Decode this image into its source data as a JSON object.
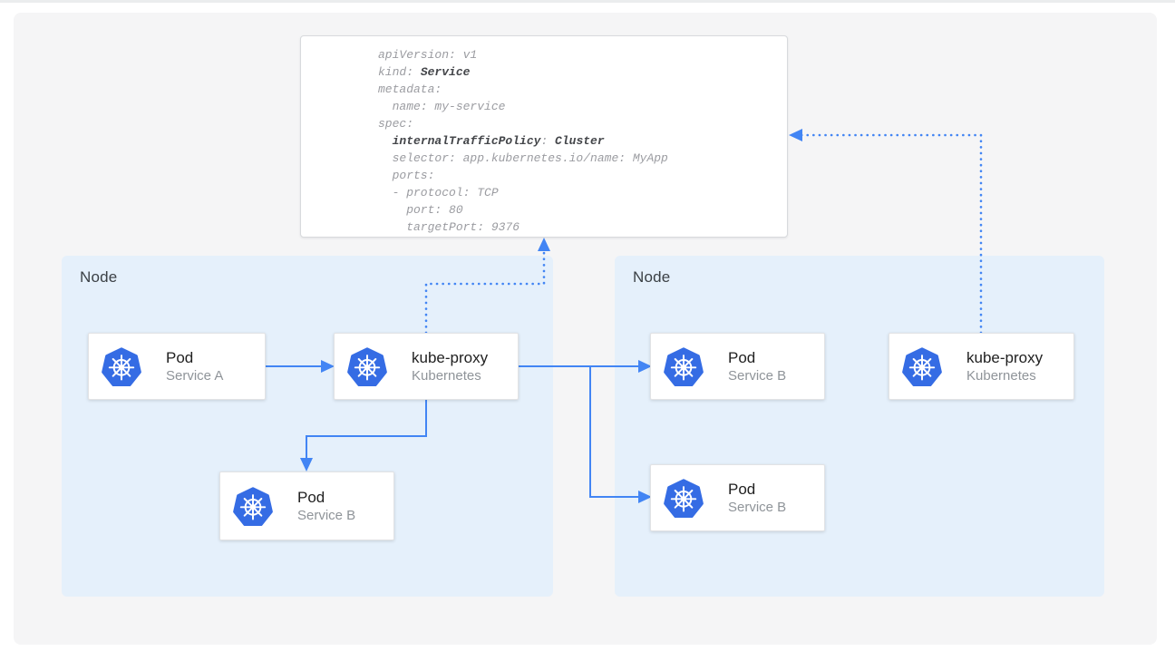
{
  "colors": {
    "arrow_blue": "#4285f4",
    "icon_blue": "#356ce4",
    "node_fill": "#e5f0fb",
    "panel_fill": "#f5f5f6",
    "card_border": "#e2e3e5",
    "yaml_border": "#d8dadd",
    "yaml_text": "#9b9ca1",
    "yaml_bold": "#434549",
    "title_text": "#212121",
    "subtitle_text": "#8f9499",
    "node_label": "#3b4045"
  },
  "yaml_panel": {
    "lines": [
      [
        {
          "t": "apiVersion: v1"
        }
      ],
      [
        {
          "t": "kind: "
        },
        {
          "t": "Service",
          "bold": true
        }
      ],
      [
        {
          "t": "metadata:"
        }
      ],
      [
        {
          "t": "  name: my-service"
        }
      ],
      [
        {
          "t": "spec:"
        }
      ],
      [
        {
          "t": "  "
        },
        {
          "t": "internalTrafficPolicy",
          "bold": true
        },
        {
          "t": ": "
        },
        {
          "t": "Cluster",
          "bold": true
        }
      ],
      [
        {
          "t": "  selector: app.kubernetes.io/name: MyApp"
        }
      ],
      [
        {
          "t": "  ports:"
        }
      ],
      [
        {
          "t": "  - protocol: TCP"
        }
      ],
      [
        {
          "t": "    port: 80"
        }
      ],
      [
        {
          "t": "    targetPort: 9376"
        }
      ]
    ]
  },
  "nodes": [
    {
      "label": "Node",
      "cards": [
        {
          "icon": "kubernetes-icon",
          "title": "Pod",
          "subtitle": "Service A"
        },
        {
          "icon": "kubernetes-icon",
          "title": "kube-proxy",
          "subtitle": "Kubernetes"
        },
        {
          "icon": "kubernetes-icon",
          "title": "Pod",
          "subtitle": "Service B"
        }
      ]
    },
    {
      "label": "Node",
      "cards": [
        {
          "icon": "kubernetes-icon",
          "title": "Pod",
          "subtitle": "Service B"
        },
        {
          "icon": "kubernetes-icon",
          "title": "kube-proxy",
          "subtitle": "Kubernetes"
        },
        {
          "icon": "kubernetes-icon",
          "title": "Pod",
          "subtitle": "Service B"
        }
      ]
    }
  ]
}
